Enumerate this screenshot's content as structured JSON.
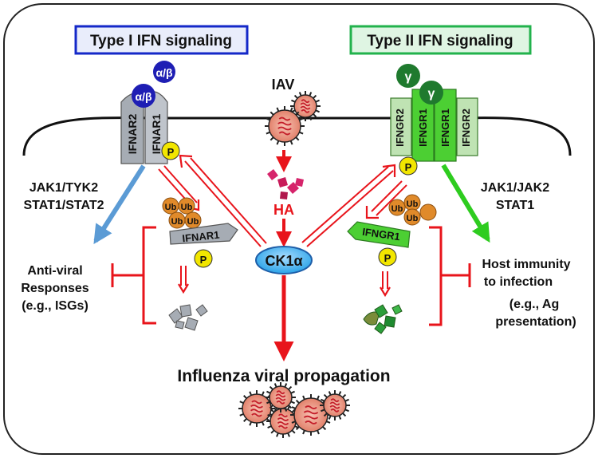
{
  "titles": {
    "type1": "Type I IFN signaling",
    "type2": "Type II IFN signaling"
  },
  "ligands": {
    "alpha_beta": "α/β",
    "gamma": "γ"
  },
  "receptors": {
    "ifnar2": "IFNAR2",
    "ifnar1": "IFNAR1",
    "ifngr2": "IFNGR2",
    "ifngr1": "IFNGR1",
    "ifnar1_internalized": "IFNAR1",
    "ifngr1_internalized": "IFNGR1"
  },
  "virus": {
    "iav": "IAV",
    "ha": "HA",
    "ck1a": "CK1α"
  },
  "pathways": {
    "left_line1": "JAK1/TYK2",
    "left_line2": "STAT1/STAT2",
    "right_line1": "JAK1/JAK2",
    "right_line2": "STAT1"
  },
  "outcomes": {
    "antiviral_line1": "Anti-viral",
    "antiviral_line2": "Responses",
    "antiviral_line3": "(e.g., ISGs)",
    "host_line1": "Host immunity",
    "host_line2": "to infection",
    "host_line3": "(e.g., Ag",
    "host_line4": "presentation)",
    "propagation": "Influenza viral propagation"
  },
  "modifiers": {
    "ub": "Ub",
    "p": "P"
  },
  "colors": {
    "red": "#e8141b",
    "blue_arrow": "#5b9bd5",
    "green_arrow": "#2ecc1f",
    "type1_box": "#1428c8",
    "type2_box": "#22b24c",
    "ligand_blue": "#1e1eb4",
    "ligand_green": "#1f7a2e",
    "receptor_grey": "#a6acb4",
    "receptor_green": "#4ccf33",
    "ub_orange": "#e08a2a",
    "p_yellow": "#f2e600",
    "ck1a_blue": "#2aa3e8"
  }
}
